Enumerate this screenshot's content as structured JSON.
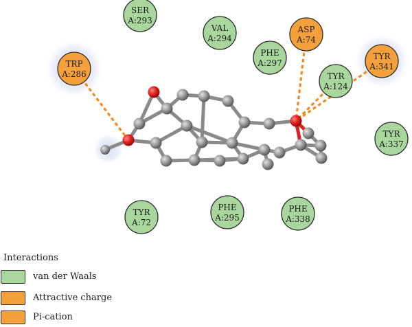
{
  "colors": {
    "vdw": "#a8d69c",
    "attractive": "#f5a03a",
    "pi_cation": "#f5a03a",
    "interaction_line": "#f08c1e",
    "halo": "#e2e6f4",
    "atom_carbon": "#8c8c8c",
    "atom_oxygen": "#e0201e"
  },
  "residues": [
    {
      "name": "SER",
      "id": "A:293",
      "type": "vdw"
    },
    {
      "name": "VAL",
      "id": "A:294",
      "type": "vdw"
    },
    {
      "name": "ASP",
      "id": "A:74",
      "type": "attractive"
    },
    {
      "name": "TRP",
      "id": "A:286",
      "type": "pi_cation"
    },
    {
      "name": "PHE",
      "id": "A:297",
      "type": "vdw"
    },
    {
      "name": "TYR",
      "id": "A:341",
      "type": "pi_cation"
    },
    {
      "name": "TYR",
      "id": "A:124",
      "type": "vdw"
    },
    {
      "name": "TYR",
      "id": "A:337",
      "type": "vdw"
    },
    {
      "name": "TYR",
      "id": "A:72",
      "type": "vdw"
    },
    {
      "name": "PHE",
      "id": "A:295",
      "type": "vdw"
    },
    {
      "name": "PHE",
      "id": "A:338",
      "type": "vdw"
    }
  ],
  "legend": {
    "title": "Interactions",
    "items": [
      {
        "label": "van der Waals",
        "type": "vdw"
      },
      {
        "label": "Attractive charge",
        "type": "attractive"
      },
      {
        "label": "Pi-cation",
        "type": "pi_cation"
      }
    ]
  }
}
